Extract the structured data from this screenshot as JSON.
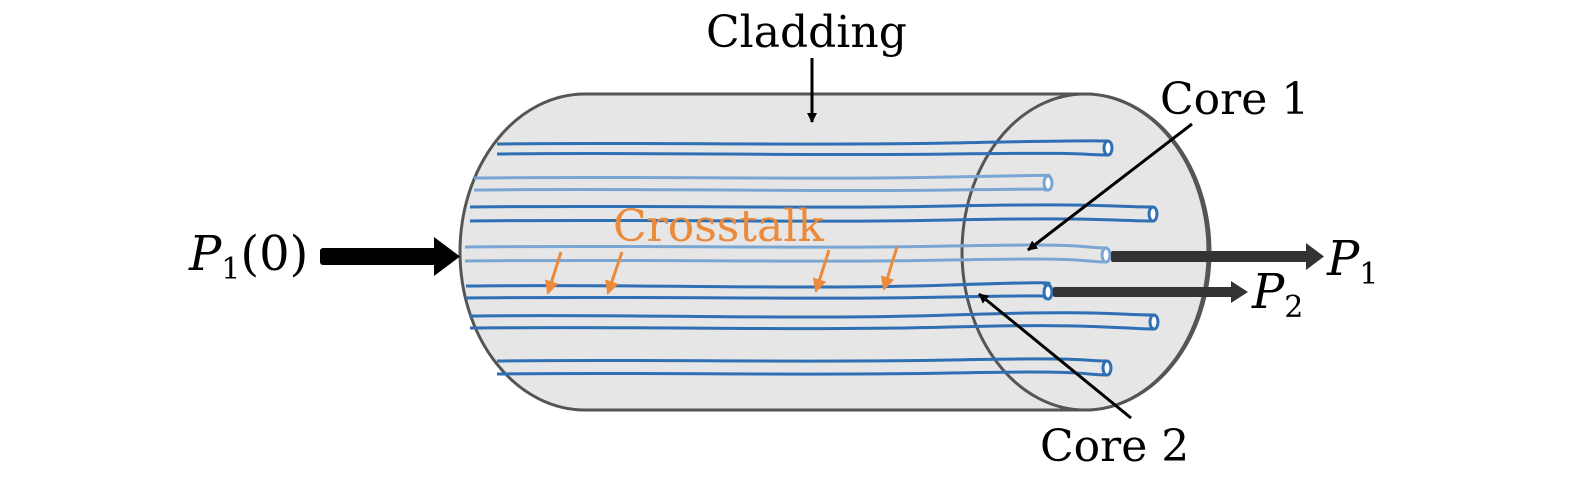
{
  "labels": {
    "cladding": "Cladding",
    "core1": "Core 1",
    "core2": "Core 2",
    "crosstalk": "Crosstalk",
    "input_power": {
      "symbol": "P",
      "subscript": "1",
      "arg": "(0)"
    },
    "output_power_1": {
      "symbol": "P",
      "subscript": "1"
    },
    "output_power_2": {
      "symbol": "P",
      "subscript": "2"
    }
  },
  "colors": {
    "cladding_fill": "#e6e6e6",
    "outline": "#555555",
    "core_blue": "#2f6fb3",
    "core_blue_light": "#7aa6d4",
    "crosstalk_orange": "#ec8a3c",
    "arrow_black": "#000000",
    "arrow_dark": "#333333"
  },
  "icons": {
    "input_arrow": "thick-right-arrow-icon",
    "output_arrow": "thick-right-arrow-icon",
    "pointer_arrow": "thin-arrow-icon"
  }
}
